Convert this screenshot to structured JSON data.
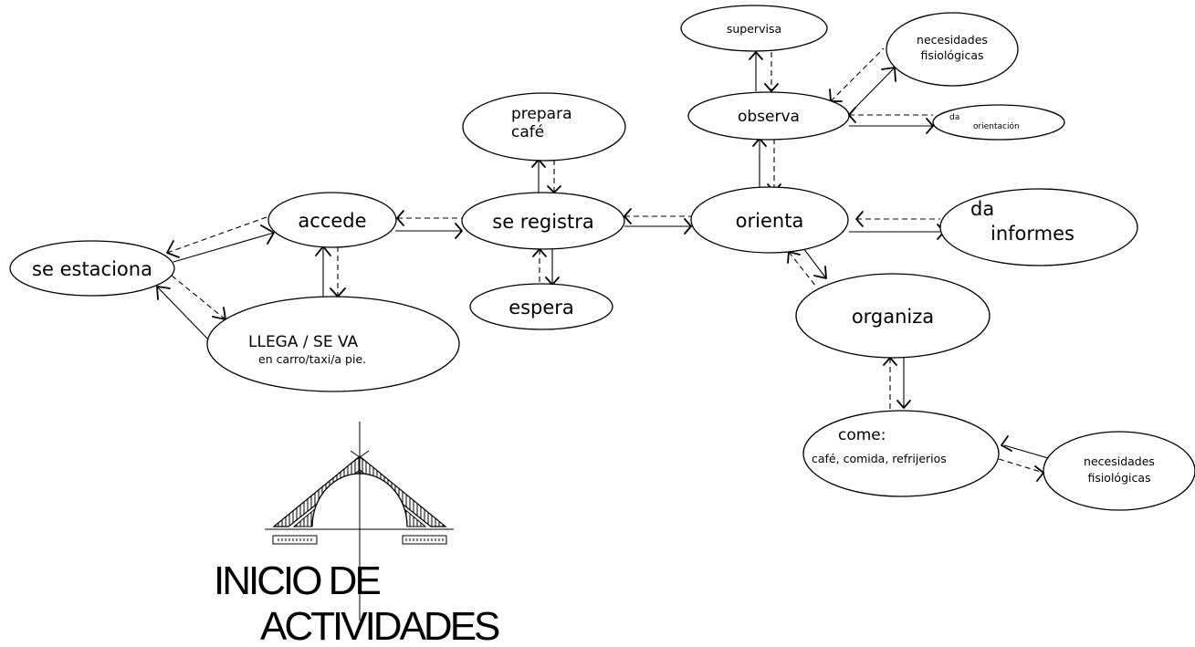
{
  "nodes": {
    "se_estaciona": "se estaciona",
    "accede": "accede",
    "se_registra": "se registra",
    "orienta": "orienta",
    "prepara_cafe_1": "prepara",
    "prepara_cafe_2": "café",
    "espera": "espera",
    "llega_1": "LLEGA / SE VA",
    "llega_2": "en carro/taxi/a pie.",
    "observa": "observa",
    "supervisa": "supervisa",
    "necesidades_top_1": "necesidades",
    "necesidades_top_2": "fisiológicas",
    "da_orientacion_1": "da",
    "da_orientacion_2": "orientación",
    "da_informes_1": "da",
    "da_informes_2": "informes",
    "organiza": "organiza",
    "come_1": "come:",
    "come_2": "café, comida, refrijerios",
    "necesidades_bottom_1": "necesidades",
    "necesidades_bottom_2": "fisiológicas"
  },
  "title": {
    "line1": "INICIO DE",
    "line2": "ACTIVIDADES"
  }
}
